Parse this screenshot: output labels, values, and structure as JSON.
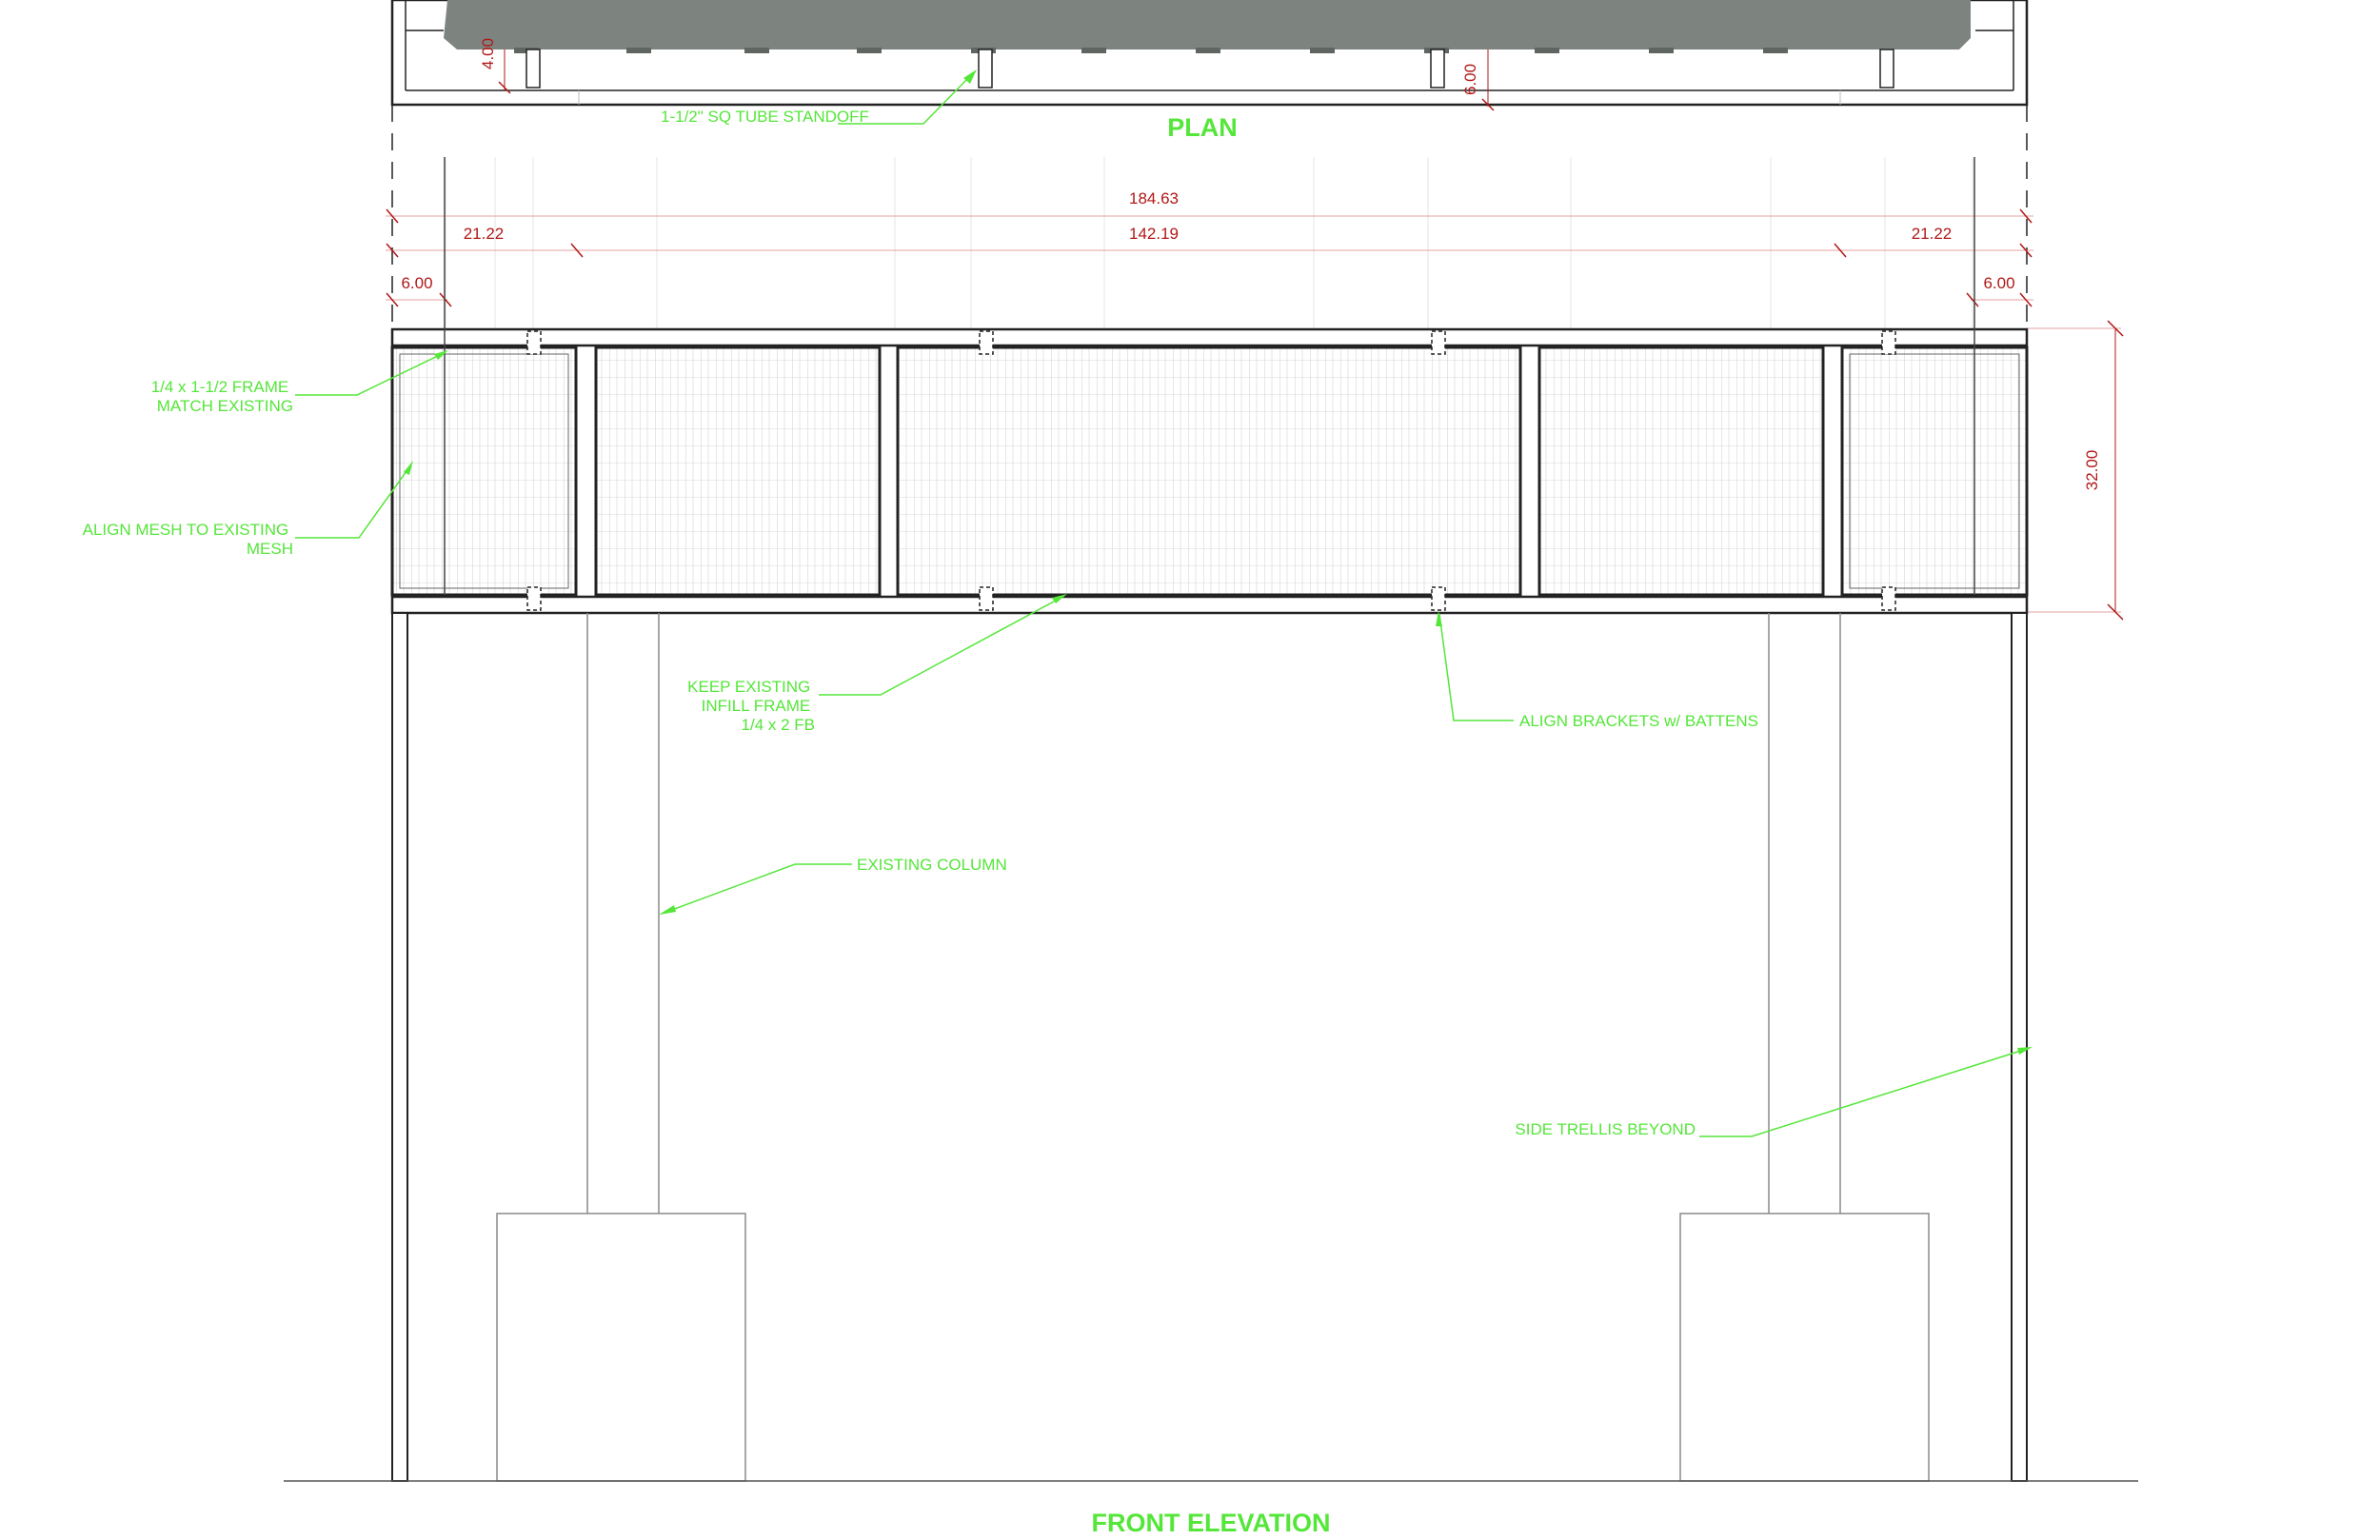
{
  "titles": {
    "plan": "PLAN",
    "front_elevation": "FRONT ELEVATION"
  },
  "dimensions": {
    "overall_width": "184.63",
    "infill_width": "142.19",
    "left_bay": "21.22",
    "right_bay": "21.22",
    "left_offset": "6.00",
    "right_offset": "6.00",
    "height": "32.00",
    "plan_depth_a": "4.00",
    "plan_depth_b": "6.00"
  },
  "notes": {
    "standoff": "1-1/2\" SQ TUBE STANDOFF",
    "frame": [
      "1/4 x 1-1/2 FRAME",
      "MATCH EXISTING"
    ],
    "mesh": [
      "ALIGN MESH TO EXISTING",
      "MESH"
    ],
    "infill": [
      "KEEP EXISTING",
      "INFILL FRAME",
      "1/4 x 2 FB"
    ],
    "brackets": "ALIGN BRACKETS w/ BATTENS",
    "column": "EXISTING COLUMN",
    "trellis": "SIDE TRELLIS BEYOND"
  },
  "colors": {
    "annotation": "#55e63a",
    "dimension": "#b01818",
    "linework": "#222222",
    "plan_fill": "#7d8480",
    "mesh": "#c9c9c9"
  }
}
